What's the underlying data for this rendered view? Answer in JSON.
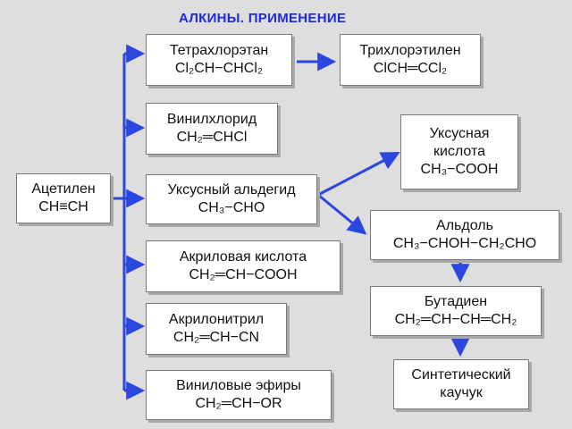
{
  "title": "АЛКИНЫ. ПРИМЕНЕНИЕ",
  "colors": {
    "accent": "#1d2bd6",
    "arrow": "#2b47e0",
    "box_border": "#7a7a7a",
    "background": "#dedede"
  },
  "nodes": {
    "acetylene": {
      "name": "Ацетилен",
      "formula": "CH≡CH"
    },
    "tetrachloro": {
      "name": "Тетрахлорэтан",
      "formula": "Cl₂CH−CHCl₂"
    },
    "trichloro": {
      "name": "Трихлорэтилен",
      "formula": "ClCH═CCl₂"
    },
    "vinylchloride": {
      "name": "Винилхлорид",
      "formula": "CH₂═CHCl"
    },
    "acetaldehyde": {
      "name": "Уксусный альдегид",
      "formula": "CH₃−CHO"
    },
    "acetic_acid": {
      "line1": "Уксусная",
      "line2": "кислота",
      "formula": "CH₃−COOH"
    },
    "aldol": {
      "name": "Альдоль",
      "formula": "CH₃−CHOH−CH₂CHO"
    },
    "acrylic_acid": {
      "name": "Акриловая кислота",
      "formula": "CH₂═CH−COOH"
    },
    "acrylonitrile": {
      "name": "Акрилонитрил",
      "formula": "CH₂═CH−CN"
    },
    "butadiene": {
      "name": "Бутадиен",
      "formula": "CH₂═CH−CH═CH₂"
    },
    "vinyl_ethers": {
      "name": "Виниловые эфиры",
      "formula": "CH₂═CH−OR"
    },
    "rubber": {
      "line1": "Синтетический",
      "line2": "каучук"
    }
  }
}
